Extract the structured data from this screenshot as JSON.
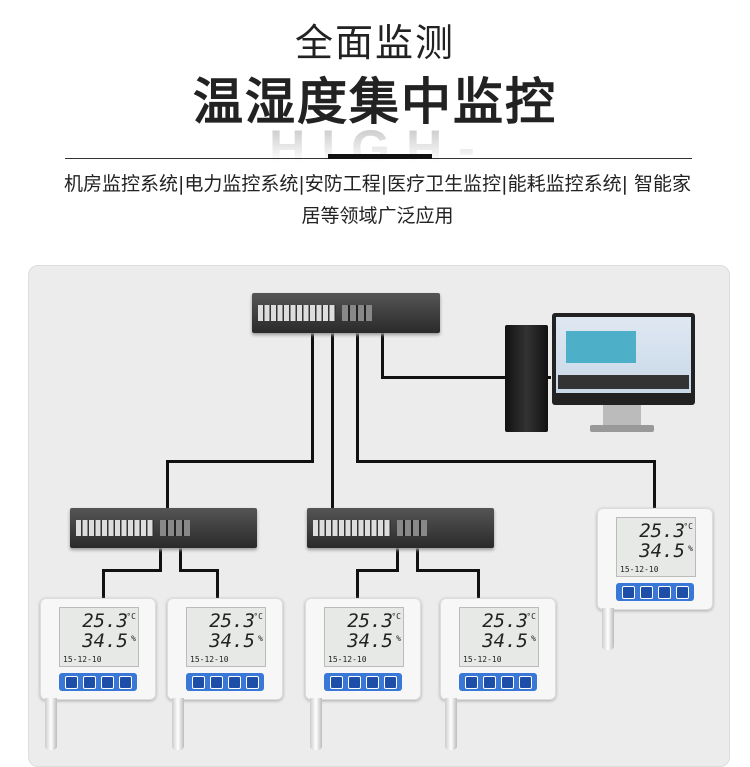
{
  "header": {
    "title": "全面监测",
    "headline": "温湿度集中监控",
    "watermark": "HIGH-PRECISION",
    "subtitle": "机房监控系统|电力监控系统|安防工程|医疗卫生监控|能耗监控系统| 智能家居等领域广泛应用"
  },
  "sensor_display": {
    "temperature": "25.3",
    "temp_unit": "°C",
    "humidity": "34.5",
    "hum_unit": "%",
    "date": "15-12-10"
  },
  "colors": {
    "line": "#111111",
    "panel": "#ececec",
    "keypad": "#3a78d8"
  }
}
